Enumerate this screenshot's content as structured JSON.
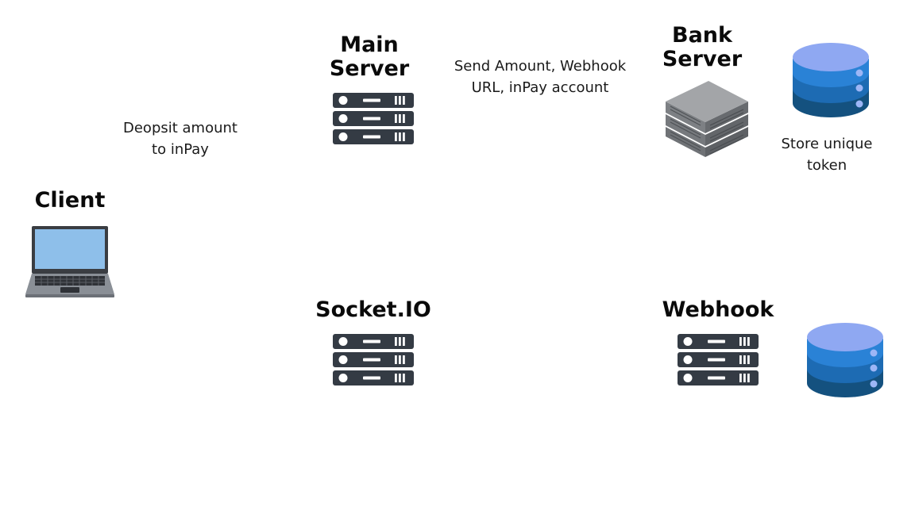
{
  "nodes": {
    "main_server": {
      "title_line1": "Main",
      "title_line2": "Server",
      "icon": "server-rack-icon"
    },
    "bank_server": {
      "title_line1": "Bank",
      "title_line2": "Server",
      "icon": "server-stack-3d-icon"
    },
    "client": {
      "title": "Client",
      "icon": "laptop-icon"
    },
    "socket_io": {
      "title": "Socket.IO",
      "icon": "server-rack-icon"
    },
    "webhook": {
      "title": "Webhook",
      "icon": "server-rack-icon"
    },
    "bank_database": {
      "icon": "database-icon"
    },
    "webhook_database": {
      "icon": "database-icon"
    }
  },
  "captions": {
    "deposit": "Deopsit  amount\nto inPay",
    "send": "Send Amount, Webhook\nURL, inPay account",
    "store": "Store unique\ntoken"
  },
  "colors": {
    "server_rack": "#343b44",
    "server_3d": "#7d7f83",
    "db_top": "#8fa8f2",
    "db_upper": "#2a82d6",
    "db_middle": "#1d6bb3",
    "db_bottom": "#14517f",
    "laptop_screen": "#8ebfea",
    "laptop_body": "#8a8f96"
  }
}
